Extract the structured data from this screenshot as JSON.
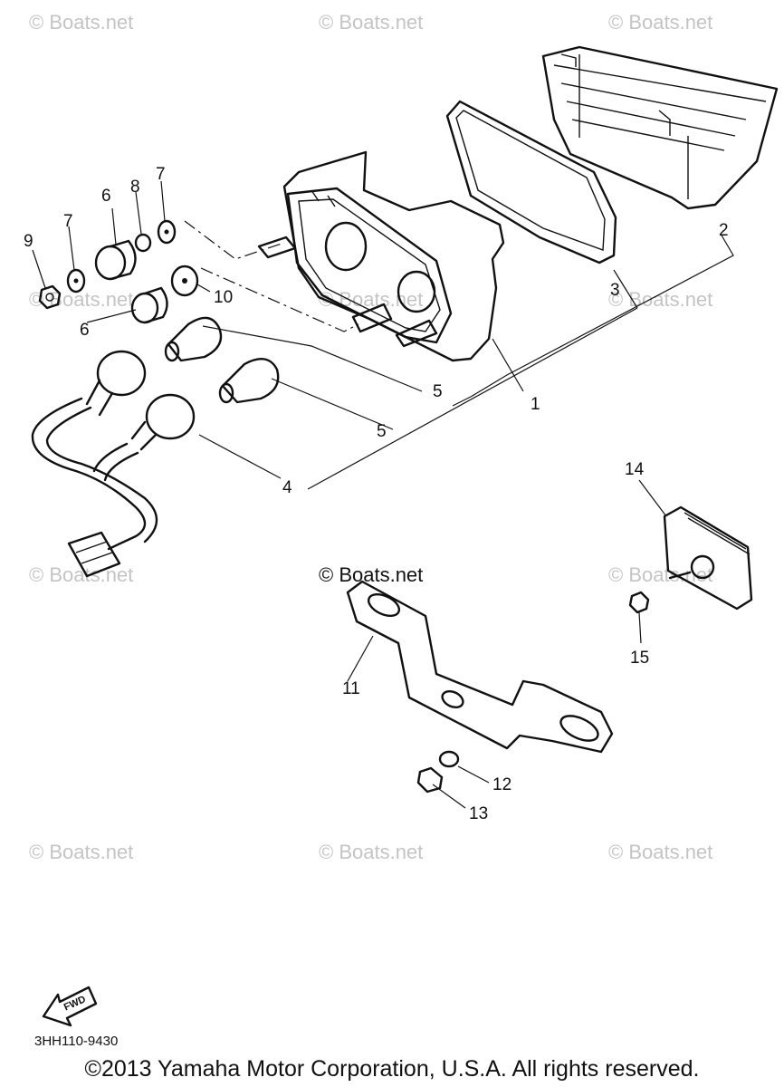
{
  "watermark": "© Boats.net",
  "callouts": {
    "c1": "1",
    "c2": "2",
    "c3": "3",
    "c4": "4",
    "c5a": "5",
    "c5b": "5",
    "c6a": "6",
    "c6b": "6",
    "c7a": "7",
    "c7b": "7",
    "c8": "8",
    "c9": "9",
    "c10": "10",
    "c11": "11",
    "c12": "12",
    "c13": "13",
    "c14": "14",
    "c15": "15"
  },
  "fwd_label": "FWD",
  "diagram_code": "3HH110-9430",
  "copyright": "©2013 Yamaha Motor Corporation, U.S.A. All rights reserved."
}
